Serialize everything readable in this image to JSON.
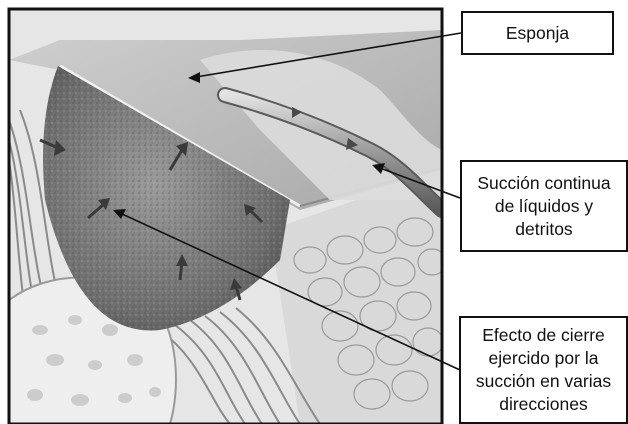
{
  "labels": {
    "sponge": "Esponja",
    "suction_lines": [
      "Succión continua",
      "de líquidos y",
      "detritos"
    ],
    "sealing_lines": [
      "Efecto de cierre",
      "ejercido por la",
      "succión en varias",
      "direcciones"
    ]
  },
  "colors": {
    "frame": "#111111",
    "background": "#ffffff",
    "sponge_fill": "#7a7a7a",
    "tissue_fill": "#d4d4d4"
  }
}
